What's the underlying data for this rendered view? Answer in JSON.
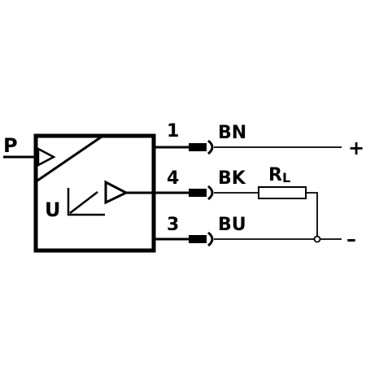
{
  "input": {
    "label": "P"
  },
  "block": {
    "output_label": "U"
  },
  "pins": [
    {
      "number": "1",
      "wire": "BN",
      "polarity": "+"
    },
    {
      "number": "4",
      "wire": "BK"
    },
    {
      "number": "3",
      "wire": "BU",
      "polarity": "–"
    }
  ],
  "load": {
    "label": "R",
    "subscript": "L"
  },
  "colors": {
    "stroke": "#000000",
    "background": "#ffffff"
  }
}
